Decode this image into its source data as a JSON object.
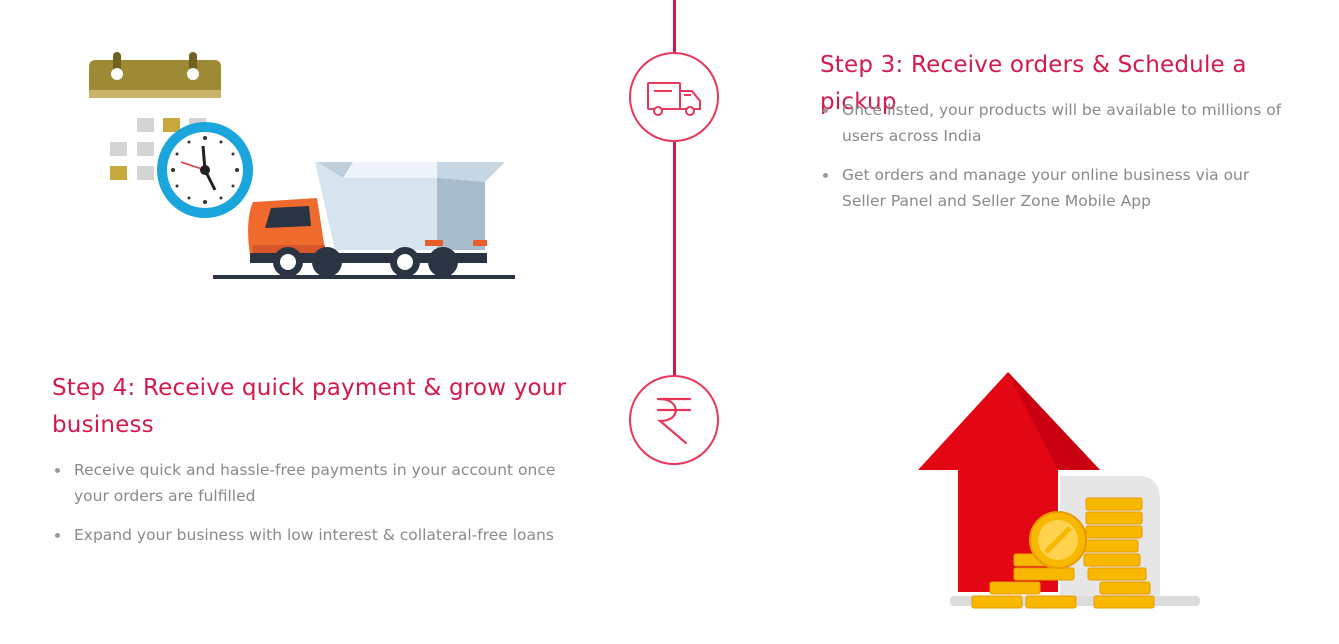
{
  "timeline": {
    "accent_color": "#d01748"
  },
  "step3": {
    "title": "Step 3: Receive orders & Schedule a pickup",
    "icon": "truck-icon",
    "illustration": "calendar-clock-truck-illustration",
    "bullets": [
      "Once listed, your products will be available to millions of users across India",
      "Get orders and manage your online business via our Seller Panel and Seller Zone Mobile App"
    ]
  },
  "step4": {
    "title": "Step 4: Receive quick payment & grow your business",
    "icon": "rupee-icon",
    "illustration": "growth-arrow-coins-illustration",
    "bullets": [
      "Receive quick and hassle-free payments in your account once your orders are fulfilled",
      "Expand your business with low interest & collateral-free loans"
    ]
  }
}
